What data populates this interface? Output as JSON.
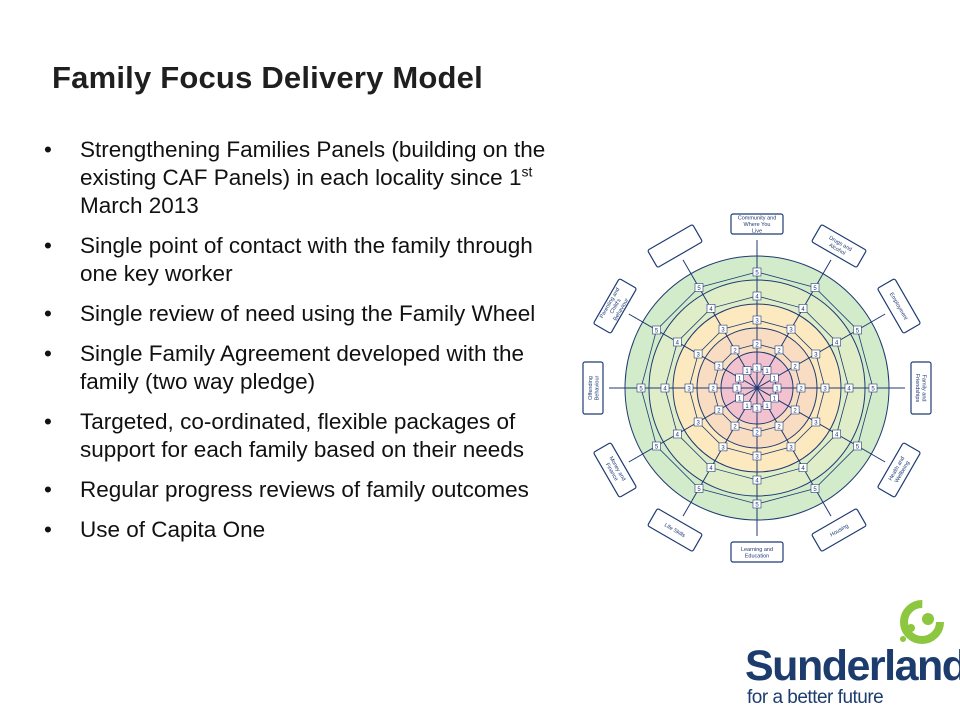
{
  "slide": {
    "title": "Family Focus Delivery Model",
    "bullets": [
      {
        "text": "Strengthening Families Panels (building on the existing CAF Panels) in each locality since 1",
        "sup": "st",
        "after": " March 2013"
      },
      {
        "text": "Single point of contact with the family through one key worker"
      },
      {
        "text": "Single review of need using the Family Wheel"
      },
      {
        "text": "Single Family Agreement developed with the family (two way pledge)"
      },
      {
        "text": "Targeted, co-ordinated, flexible packages of support for each family based on their needs"
      },
      {
        "text": "Regular progress reviews of family outcomes"
      },
      {
        "text": "Use of Capita One"
      }
    ]
  },
  "wheel": {
    "spokes": [
      {
        "label": "Community and Where You Live"
      },
      {
        "label": "Drugs and Alcohol"
      },
      {
        "label": "Employment"
      },
      {
        "label": "Family and Friendships"
      },
      {
        "label": "Health and Wellbeing"
      },
      {
        "label": "Housing"
      },
      {
        "label": "Learning and Education"
      },
      {
        "label": "Life Skills"
      },
      {
        "label": "Money and Finance"
      },
      {
        "label": "Offending Behaviour"
      },
      {
        "label": "Parenting and Child's Behaviour"
      },
      {
        "label": ""
      }
    ],
    "ring_numbers": [
      "1",
      "2",
      "3",
      "4",
      "5"
    ],
    "colors": {
      "ring1": "#f2c2cf",
      "ring2": "#f9ddc2",
      "ring3": "#fde9c0",
      "ring4": "#dfeec9",
      "ring5": "#d2ebcb",
      "line": "#1f3b73",
      "box": "#ffffff"
    }
  },
  "logo": {
    "word": "Sunderland",
    "tagline": "for a better future",
    "colors": {
      "text": "#1d3c6e",
      "mark": "#8dc63f"
    }
  }
}
